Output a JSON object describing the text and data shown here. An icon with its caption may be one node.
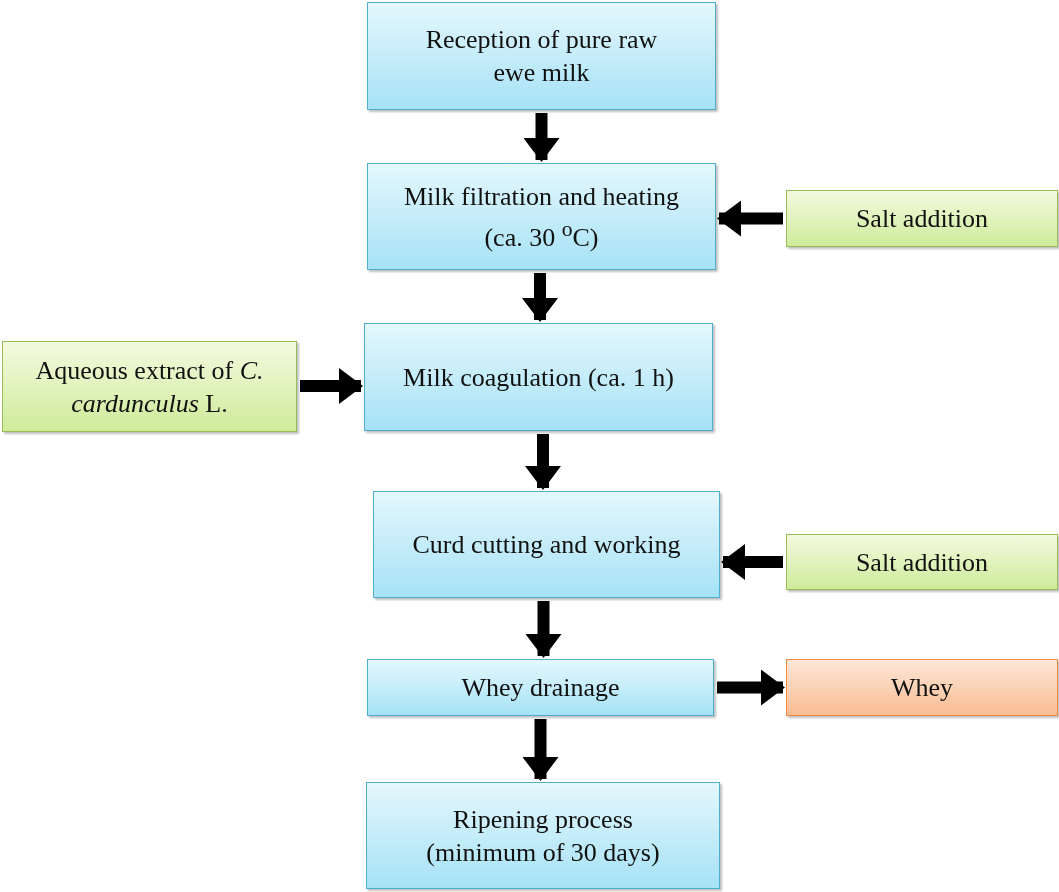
{
  "diagram": {
    "nodes": [
      {
        "text": [
          "Reception of pure raw ewe milk"
        ]
      },
      {
        "text": [
          "Milk filtration and heating (ca. 30 $^{o}$C)"
        ]
      },
      {
        "text": [
          "Salt addition"
        ]
      },
      {
        "text": [
          "Aqueous extract of *C. cardunculus* L."
        ]
      },
      {
        "text": [
          "Milk coagulation (ca. 1 h)"
        ]
      },
      {
        "text": [
          "Curd cutting and working"
        ]
      },
      {
        "text": [
          "Salt addition"
        ]
      },
      {
        "text": [
          "Whey drainage"
        ]
      },
      {
        "text": [
          "Whey"
        ]
      },
      {
        "text": [
          "Ripening process (minimum of 30 days)"
        ]
      }
    ],
    "edges": [
      {
        "from": 0,
        "to": 1,
        "arrow": "to"
      },
      {
        "from": 2,
        "to": 1,
        "arrow": "to"
      },
      {
        "from": 1,
        "to": 4,
        "arrow": "to"
      },
      {
        "from": 3,
        "to": 4,
        "arrow": "to"
      },
      {
        "from": 4,
        "to": 5,
        "arrow": "to"
      },
      {
        "from": 6,
        "to": 5,
        "arrow": "to"
      },
      {
        "from": 5,
        "to": 7,
        "arrow": "to"
      },
      {
        "from": 7,
        "to": 8,
        "arrow": "to"
      },
      {
        "from": 7,
        "to": 9,
        "arrow": "to"
      }
    ]
  }
}
